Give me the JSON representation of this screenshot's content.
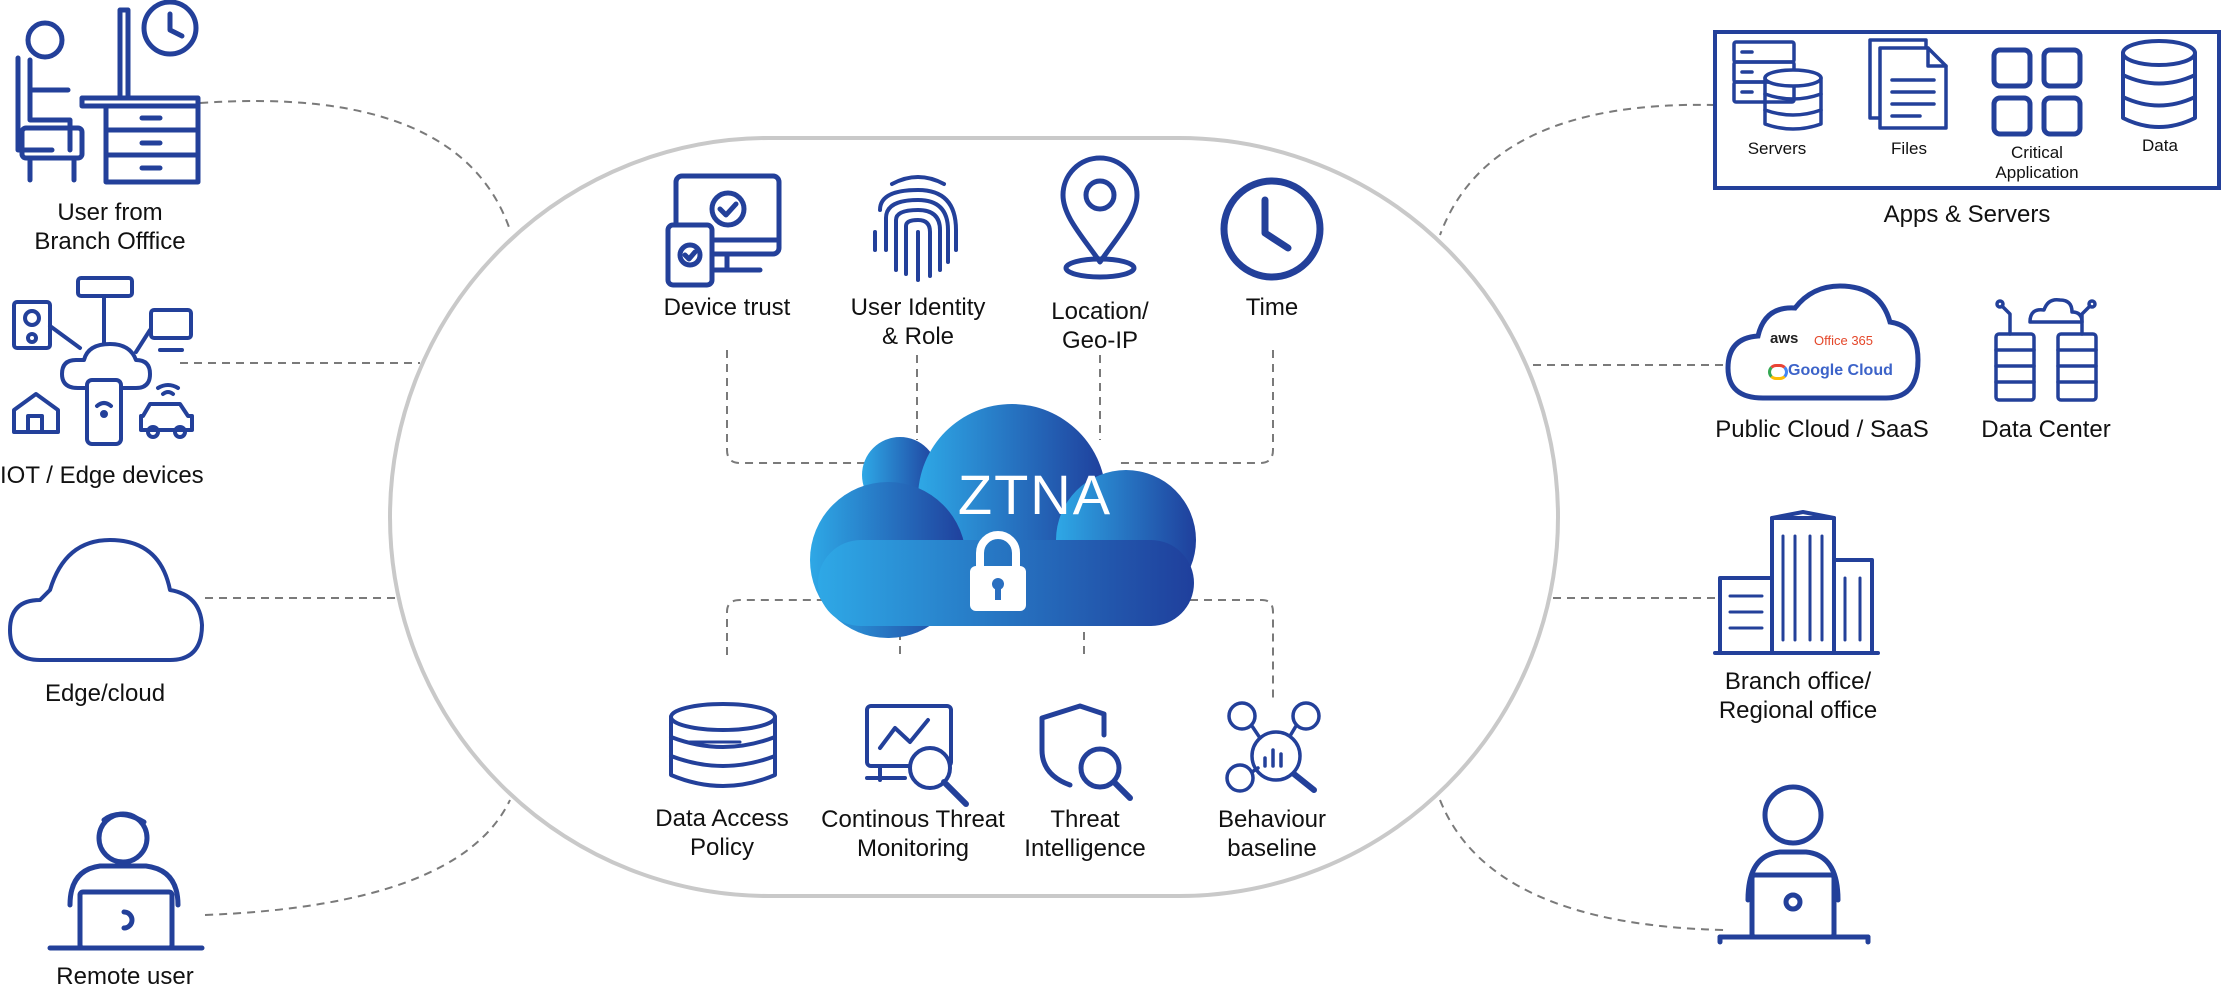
{
  "center": {
    "title": "ZTNA",
    "colors": {
      "gradient_start": "#2ea8e6",
      "gradient_end": "#1f3f9c"
    }
  },
  "colors": {
    "icon_blue": "#23409a",
    "ring_gray": "#c9c9c9",
    "connector_gray": "#7a7a7a"
  },
  "factors_top": [
    {
      "label_line1": "Device trust",
      "label_line2": "",
      "icon": "device-trust-icon"
    },
    {
      "label_line1": "User Identity",
      "label_line2": "& Role",
      "icon": "fingerprint-icon"
    },
    {
      "label_line1": "Location/",
      "label_line2": "Geo-IP",
      "icon": "location-pin-icon"
    },
    {
      "label_line1": "Time",
      "label_line2": "",
      "icon": "clock-icon"
    }
  ],
  "factors_bottom": [
    {
      "label_line1": "Data Access",
      "label_line2": "Policy",
      "icon": "database-icon"
    },
    {
      "label_line1": "Continous Threat",
      "label_line2": "Monitoring",
      "icon": "monitor-search-icon"
    },
    {
      "label_line1": "Threat",
      "label_line2": "Intelligence",
      "icon": "shield-search-icon"
    },
    {
      "label_line1": "Behaviour",
      "label_line2": "baseline",
      "icon": "behaviour-analytics-icon"
    }
  ],
  "left_nodes": [
    {
      "label_line1": "User from",
      "label_line2": "Branch Offfice",
      "icon": "office-desk-user-icon"
    },
    {
      "label_line1": "IOT / Edge devices",
      "label_line2": "",
      "icon": "iot-devices-icon"
    },
    {
      "label_line1": "Edge/cloud",
      "label_line2": "",
      "icon": "cloud-outline-icon"
    },
    {
      "label_line1": "Remote user",
      "label_line2": "",
      "icon": "laptop-user-icon"
    }
  ],
  "right_nodes": {
    "apps_servers": {
      "caption": "Apps & Servers",
      "items": [
        {
          "label_line1": "Servers",
          "label_line2": "",
          "icon": "servers-icon"
        },
        {
          "label_line1": "Files",
          "label_line2": "",
          "icon": "files-icon"
        },
        {
          "label_line1": "Critical",
          "label_line2": "Application",
          "icon": "app-grid-icon"
        },
        {
          "label_line1": "Data",
          "label_line2": "",
          "icon": "data-cylinder-icon"
        }
      ]
    },
    "public_cloud": {
      "caption": "Public Cloud / SaaS",
      "tags": {
        "aws": "aws",
        "office": "Office 365",
        "google": "Google Cloud"
      },
      "tag_colors": {
        "aws": "#222222",
        "office": "#e4472a",
        "google": "#3c63c9"
      }
    },
    "data_center": {
      "caption": "Data Center"
    },
    "branch_office": {
      "label_line1": "Branch office/",
      "label_line2": "Regional office"
    },
    "remote_user_right": {
      "icon": "laptop-user-icon"
    }
  }
}
